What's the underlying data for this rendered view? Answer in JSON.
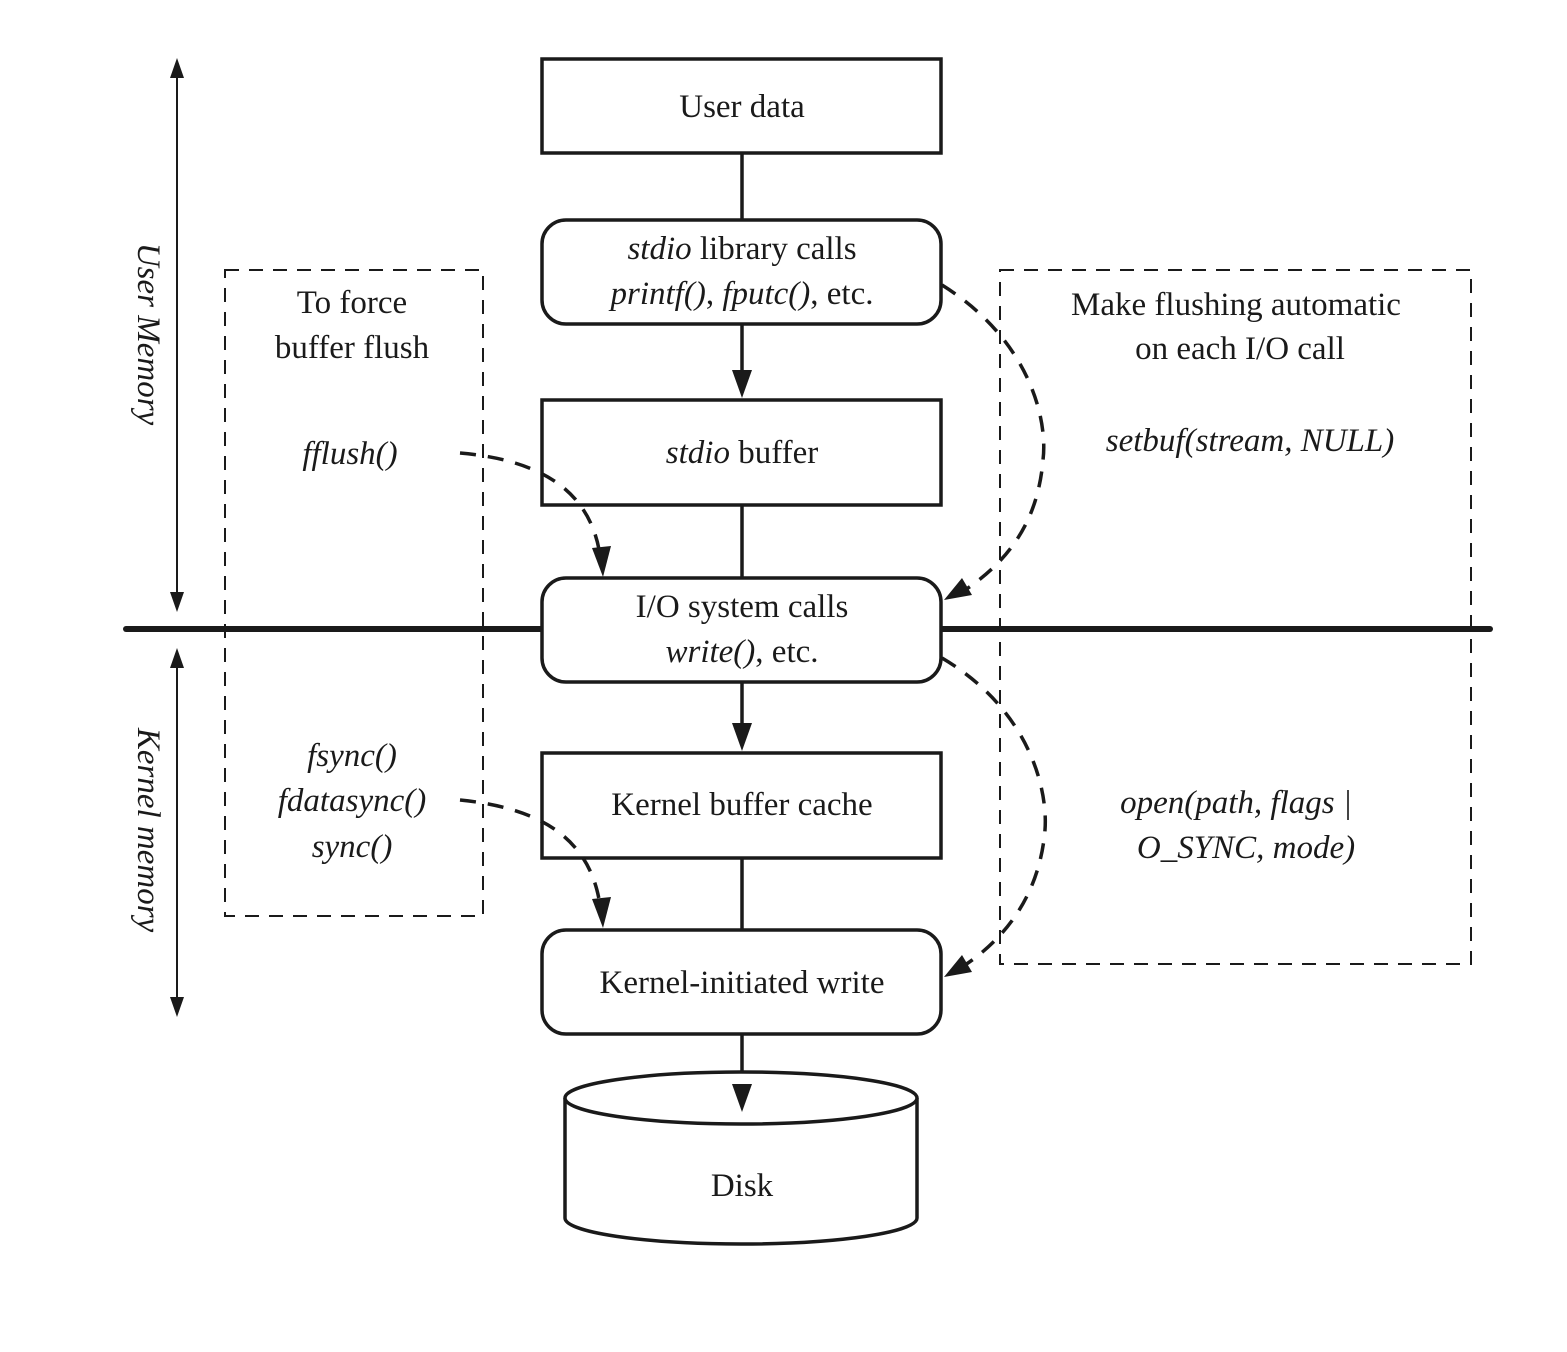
{
  "diagram": {
    "regions": {
      "user_memory": "User Memory",
      "kernel_memory": "Kernel memory"
    },
    "nodes": {
      "user_data": {
        "label": "User data"
      },
      "stdio_calls": {
        "line1_italic": "stdio",
        "line1_rest": " library calls",
        "line2_italic_a": "printf()",
        "line2_sep": ", ",
        "line2_italic_b": "fputc()",
        "line2_rest": ", etc."
      },
      "stdio_buffer": {
        "italic": "stdio",
        "rest": " buffer"
      },
      "io_syscalls": {
        "line1": "I/O system calls",
        "line2_italic": "write()",
        "line2_rest": ", etc."
      },
      "kernel_buffer_cache": {
        "label": "Kernel buffer cache"
      },
      "kernel_write": {
        "label": "Kernel-initiated write"
      },
      "disk": {
        "label": "Disk"
      }
    },
    "left_panel": {
      "title_line1": "To force",
      "title_line2": "buffer flush",
      "user_call": "fflush()",
      "kernel_calls": [
        "fsync()",
        "fdatasync()",
        "sync()"
      ]
    },
    "right_panel": {
      "title_line1": "Make flushing automatic",
      "title_line2": "on each I/O call",
      "user_call": "setbuf(stream, NULL)",
      "kernel_call_line1": "open(path, flags |",
      "kernel_call_line2": "O_SYNC, mode)"
    }
  }
}
